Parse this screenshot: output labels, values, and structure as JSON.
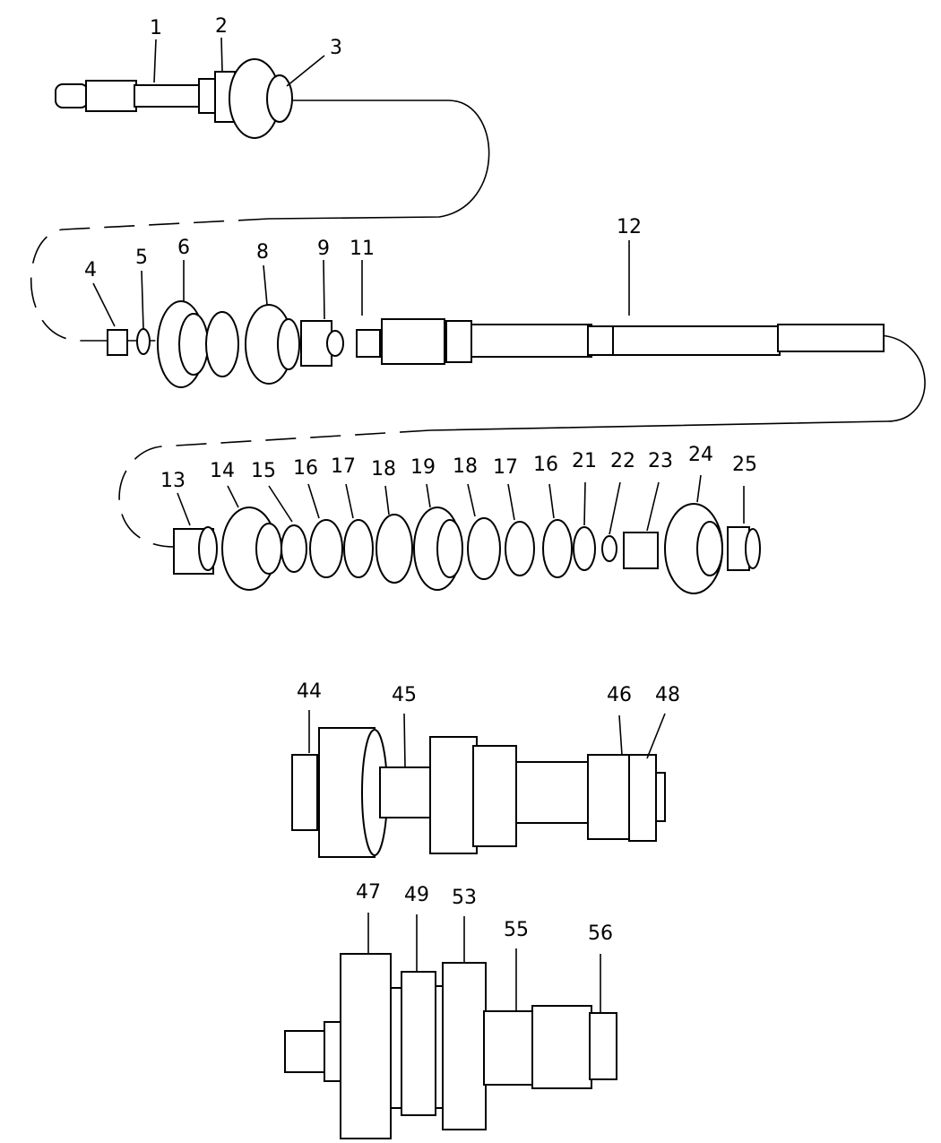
{
  "labels": [
    "1",
    "2",
    "3",
    "4",
    "5",
    "6",
    "8",
    "9",
    "11",
    "12",
    "13",
    "14",
    "15",
    "16",
    "17",
    "18",
    "19",
    "18",
    "17",
    "16",
    "21",
    "22",
    "23",
    "24",
    "25",
    "44",
    "45",
    "46",
    "48",
    "47",
    "49",
    "53",
    "55",
    "56"
  ]
}
